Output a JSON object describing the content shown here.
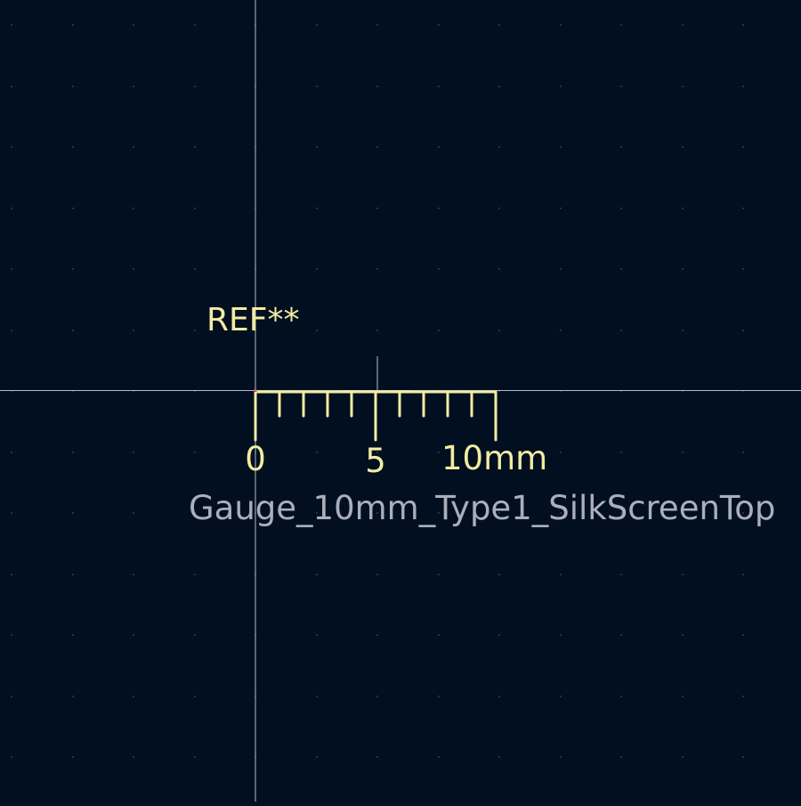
{
  "footprint": {
    "reference": "REF**",
    "value": "Gauge_10mm_Type1_SilkScreenTop",
    "scale_labels": [
      "0",
      "5",
      "10mm"
    ]
  },
  "colors": {
    "background": "#020f21",
    "grid_dot": "#3a4b62",
    "crosshair": "#c7cfd9",
    "silkscreen": "#f2eda1",
    "fab_text": "#a9b0bb",
    "anchor_mark": "#d4567d"
  }
}
